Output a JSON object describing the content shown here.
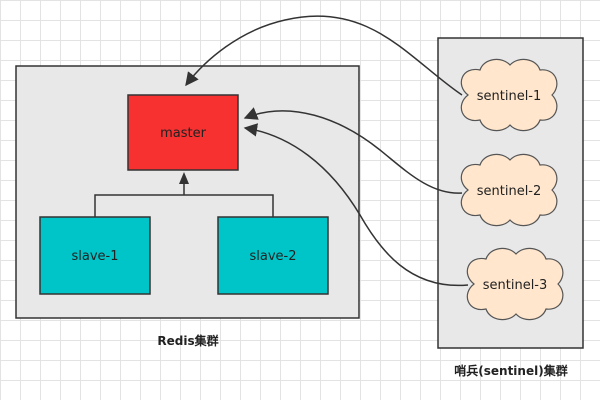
{
  "diagram": {
    "redis_group": {
      "label": "Redis集群"
    },
    "sentinel_group": {
      "label": "哨兵(sentinel)集群"
    },
    "master": {
      "label": "master"
    },
    "slaves": [
      {
        "label": "slave-1"
      },
      {
        "label": "slave-2"
      }
    ],
    "sentinels": [
      {
        "label": "sentinel-1"
      },
      {
        "label": "sentinel-2"
      },
      {
        "label": "sentinel-3"
      }
    ]
  },
  "colors": {
    "master_fill": "#f73030",
    "slave_fill": "#00c5c8",
    "sentinel_fill": "#ffe6cc",
    "group_fill": "#e8e8e8",
    "stroke": "#333333"
  }
}
